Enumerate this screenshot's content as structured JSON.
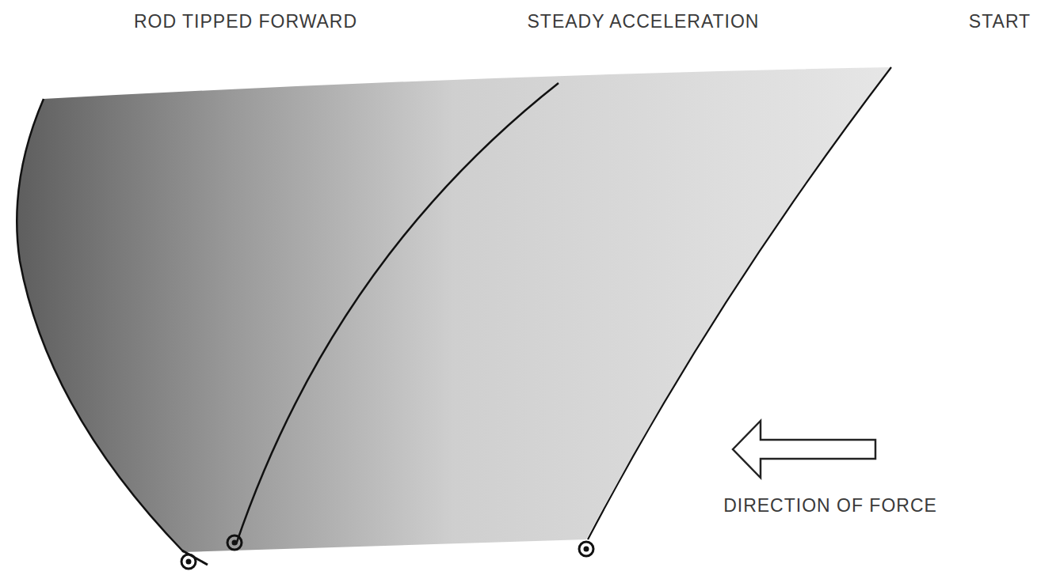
{
  "diagram": {
    "labels": [
      "ROD TIPPED FORWARD",
      "STEADY ACCELERATION",
      "START",
      "DIRECTION OF FORCE"
    ]
  }
}
